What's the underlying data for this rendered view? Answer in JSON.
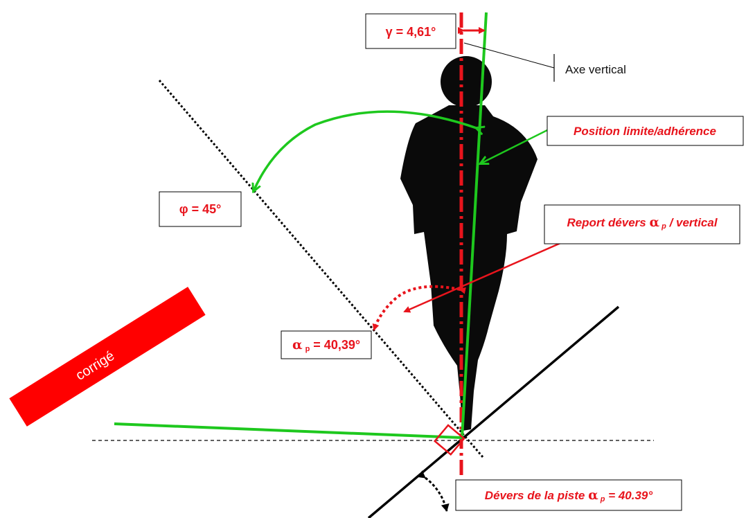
{
  "labels": {
    "gamma": "γ = 4,61°",
    "axe_vertical": "Axe vertical",
    "position_limite": "Position limite/adhérence",
    "phi": "φ = 45°",
    "report_devers_pre": "Report dévers ",
    "report_devers_alpha": "α",
    "report_devers_sub": "p",
    "report_devers_post": " / vertical",
    "alpha_p_alpha": "α",
    "alpha_p_sub": "p",
    "alpha_p_value": " = 40,39°",
    "devers_piste_pre": "Dévers de la piste ",
    "devers_piste_alpha": "α",
    "devers_piste_sub": "p",
    "devers_piste_value": " = 40.39°",
    "corrige": "corrigé"
  },
  "angles_deg": {
    "gamma": 4.61,
    "phi": 45,
    "alpha_p": 40.39
  },
  "colors": {
    "red": "#e8141c",
    "green": "#1ec81e",
    "black": "#000000",
    "silhouette": "#0a0a0a"
  }
}
